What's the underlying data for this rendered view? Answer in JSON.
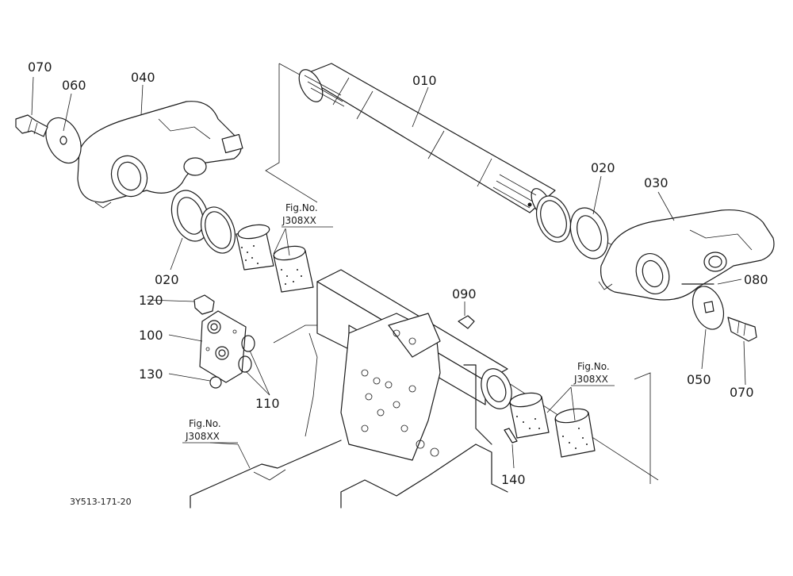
{
  "labels": {
    "p070a": "070",
    "p060": "060",
    "p040": "040",
    "p010": "010",
    "p020a": "020",
    "p030": "030",
    "p020b": "020",
    "p120": "120",
    "p100": "100",
    "p130": "130",
    "p110": "110",
    "p090": "090",
    "p080": "080",
    "p050": "050",
    "p070b": "070",
    "p140": "140"
  },
  "refs": {
    "figno": "Fig.No.",
    "code": "J308XX"
  },
  "doc_code": "3Y513-171-20"
}
